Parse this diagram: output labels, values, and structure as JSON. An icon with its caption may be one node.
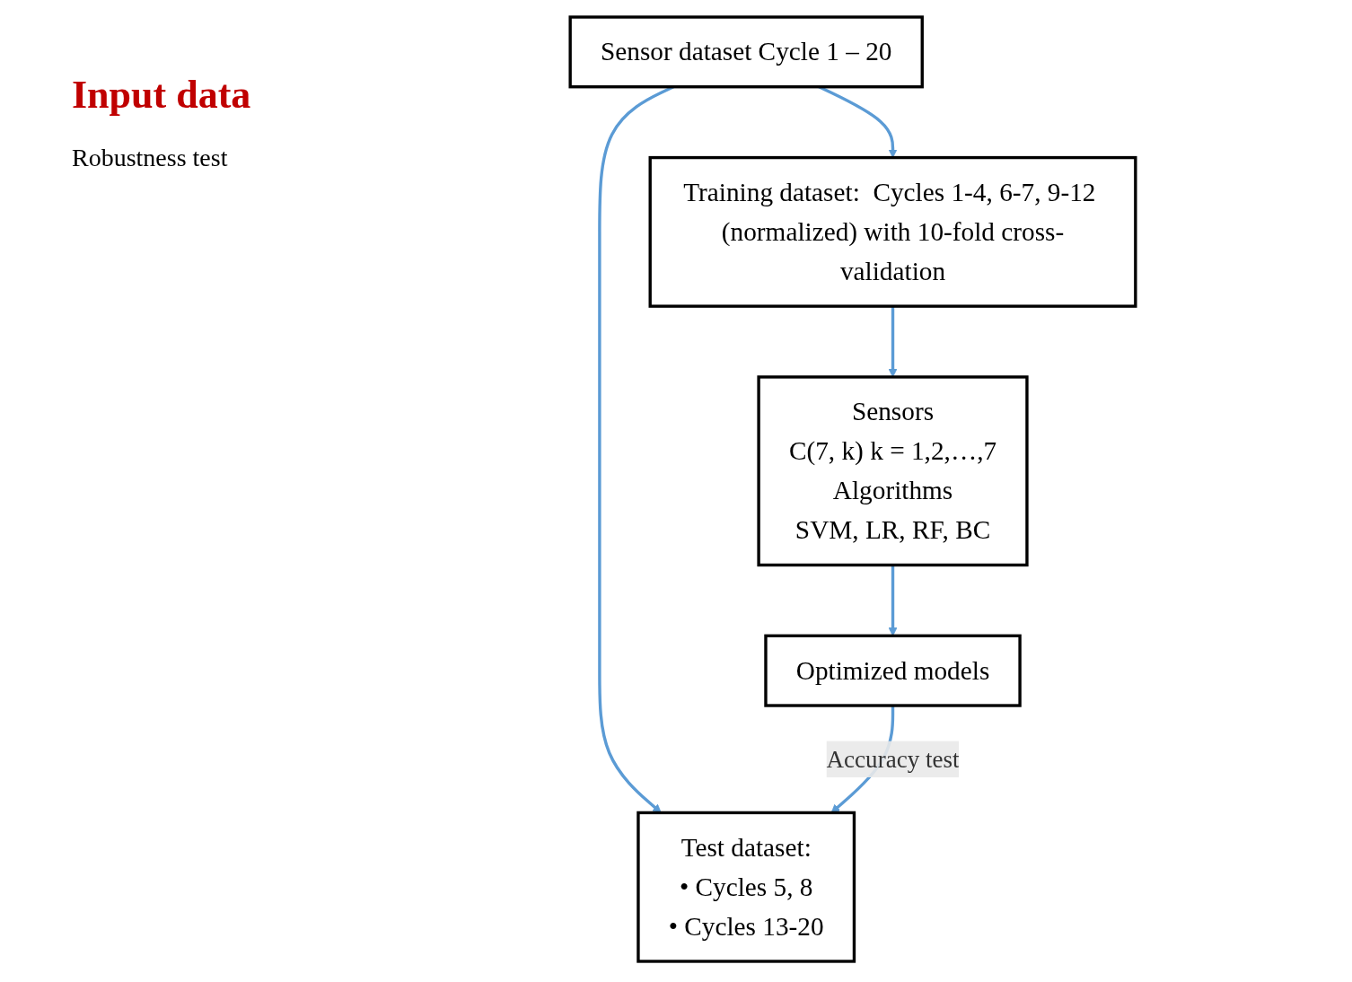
{
  "diagram": {
    "title": "Input data",
    "nodes": [
      {
        "text": [
          "Sensor dataset Cycle 1 – 20"
        ]
      },
      {
        "text": [
          "Training dataset:  Cycles 1-4, 6-7, 9-12 (normalized) with 10-fold cross-validation"
        ]
      },
      {
        "text": [
          "Sensors",
          "C(7, k)    k = 1,2,…,7",
          "Algorithms",
          "SVM, LR, RF, BC"
        ]
      },
      {
        "text": [
          "Optimized models"
        ]
      },
      {
        "text": [
          "Test dataset:",
          "• Cycles 5, 8",
          "• Cycles 13-20"
        ]
      }
    ],
    "edges": [
      {
        "from": 0,
        "to": 1,
        "arrow": "to"
      },
      {
        "from": 0,
        "to": 4,
        "arrow": "to"
      },
      {
        "from": 1,
        "to": 2,
        "arrow": "to"
      },
      {
        "from": 2,
        "to": 3,
        "arrow": "to"
      },
      {
        "from": 3,
        "to": 4,
        "arrow": "to",
        "label": "Accuracy test"
      }
    ],
    "labels": [
      "Robustness test"
    ]
  }
}
